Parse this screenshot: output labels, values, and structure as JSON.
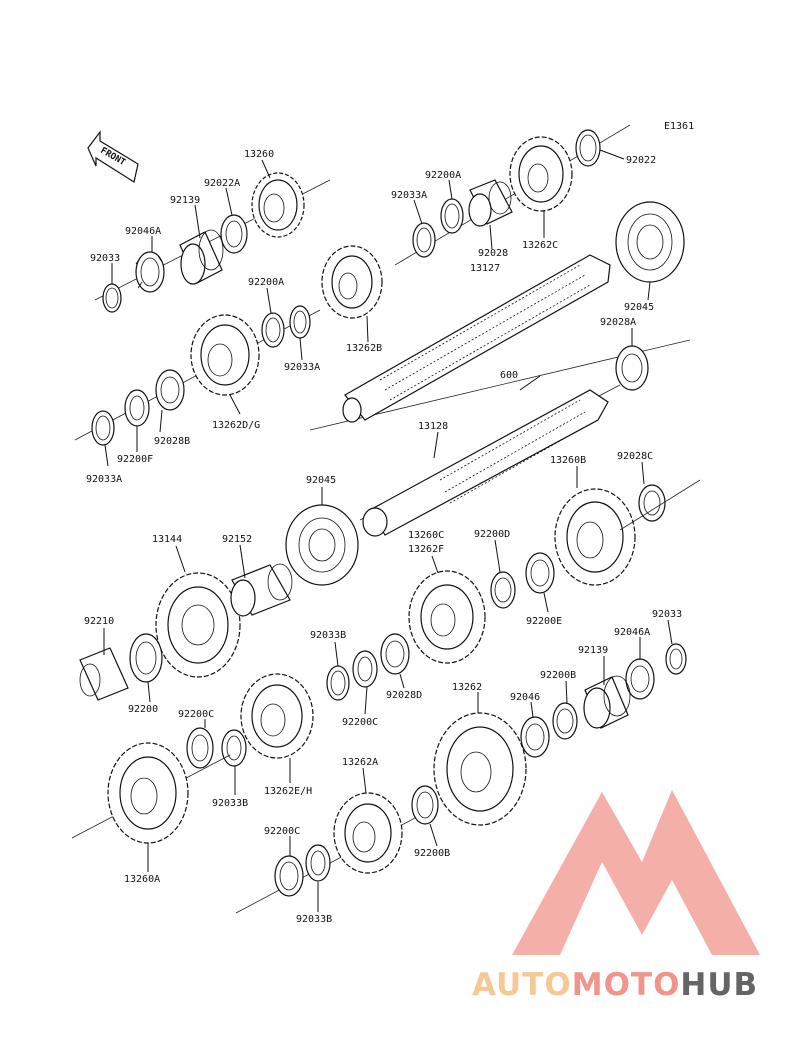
{
  "diagram_code": "E1361",
  "front_label": "FRONT",
  "parts": [
    {
      "id": "p13260",
      "label": "13260"
    },
    {
      "id": "p92022A",
      "label": "92022A"
    },
    {
      "id": "p92139a",
      "label": "92139"
    },
    {
      "id": "p92046Aa",
      "label": "92046A"
    },
    {
      "id": "p92033a",
      "label": "92033"
    },
    {
      "id": "p92200A_top",
      "label": "92200A"
    },
    {
      "id": "p92033A_top",
      "label": "92033A"
    },
    {
      "id": "p92028a",
      "label": "92028"
    },
    {
      "id": "p13127",
      "label": "13127"
    },
    {
      "id": "p13262C",
      "label": "13262C"
    },
    {
      "id": "p92022",
      "label": "92022"
    },
    {
      "id": "p92200A_mid",
      "label": "92200A"
    },
    {
      "id": "p92033A_mid",
      "label": "92033A"
    },
    {
      "id": "p13262B",
      "label": "13262B"
    },
    {
      "id": "p92045a",
      "label": "92045"
    },
    {
      "id": "p92028A",
      "label": "92028A"
    },
    {
      "id": "p600",
      "label": "600"
    },
    {
      "id": "p13262DG",
      "label": "13262D/G"
    },
    {
      "id": "p92028B",
      "label": "92028B"
    },
    {
      "id": "p92200F",
      "label": "92200F"
    },
    {
      "id": "p92033A_low",
      "label": "92033A"
    },
    {
      "id": "p13128",
      "label": "13128"
    },
    {
      "id": "p92045b",
      "label": "92045"
    },
    {
      "id": "p13260B",
      "label": "13260B"
    },
    {
      "id": "p92028C",
      "label": "92028C"
    },
    {
      "id": "p13144",
      "label": "13144"
    },
    {
      "id": "p92152",
      "label": "92152"
    },
    {
      "id": "p13260C",
      "label": "13260C"
    },
    {
      "id": "p13262F",
      "label": "13262F"
    },
    {
      "id": "p92200D",
      "label": "92200D"
    },
    {
      "id": "p92200E",
      "label": "92200E"
    },
    {
      "id": "p92210",
      "label": "92210"
    },
    {
      "id": "p92200",
      "label": "92200"
    },
    {
      "id": "p92033B_a",
      "label": "92033B"
    },
    {
      "id": "p92028D",
      "label": "92028D"
    },
    {
      "id": "p92200C_a",
      "label": "92200C"
    },
    {
      "id": "p92033b",
      "label": "92033"
    },
    {
      "id": "p92046Ab",
      "label": "92046A"
    },
    {
      "id": "p92139b",
      "label": "92139"
    },
    {
      "id": "p92200B_a",
      "label": "92200B"
    },
    {
      "id": "p13262",
      "label": "13262"
    },
    {
      "id": "p92046",
      "label": "92046"
    },
    {
      "id": "p92200C_b",
      "label": "92200C"
    },
    {
      "id": "p13262EH",
      "label": "13262E/H"
    },
    {
      "id": "p92033B_b",
      "label": "92033B"
    },
    {
      "id": "p13262A",
      "label": "13262A"
    },
    {
      "id": "p92200B_b",
      "label": "92200B"
    },
    {
      "id": "p92200C_c",
      "label": "92200C"
    },
    {
      "id": "p92033B_c",
      "label": "92033B"
    },
    {
      "id": "p13260A",
      "label": "13260A"
    }
  ],
  "watermark": {
    "brand_part1": "AUTO",
    "brand_part2": "MOTO",
    "brand_part3": "HUB",
    "colors": {
      "auto": "#f5c48a",
      "moto": "#f08a80",
      "hub": "#555555",
      "triangle": "#f08a80"
    }
  }
}
